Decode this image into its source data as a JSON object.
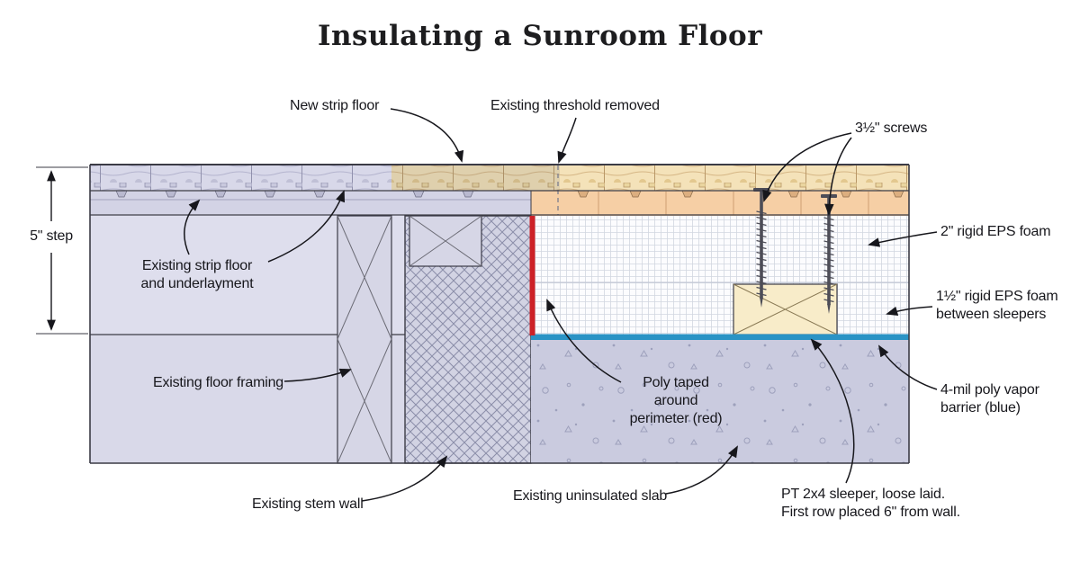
{
  "title": "Insulating a Sunroom Floor",
  "dimension": {
    "step_label": "5\" step"
  },
  "labels": {
    "new_strip_floor": "New strip floor",
    "existing_threshold": "Existing threshold removed",
    "screws": "3½\" screws",
    "rigid_eps_2": "2\" rigid EPS foam",
    "rigid_eps_1_5": "1½\" rigid EPS foam\nbetween sleepers",
    "vapor_barrier": "4-mil poly vapor\nbarrier (blue)",
    "existing_strip_floor": "Existing strip floor\nand underlayment",
    "floor_framing": "Existing floor framing",
    "stem_wall": "Existing stem wall",
    "uninsulated_slab": "Existing uninsulated slab",
    "poly_taped": "Poly taped around\nperimeter (red)",
    "sleeper": "PT 2x4 sleeper, loose laid.\nFirst row placed 6\" from wall."
  },
  "colors": {
    "poly_red": "#cd2127",
    "vapor_blue": "#2a93c5",
    "existing_wood_lavender": "#d8d8e9",
    "new_wood_tan": "#f4e2b9",
    "subfloor_peach": "#f6cfa5",
    "slab_purple": "#cacbdf",
    "line_dark": "#17171c"
  }
}
